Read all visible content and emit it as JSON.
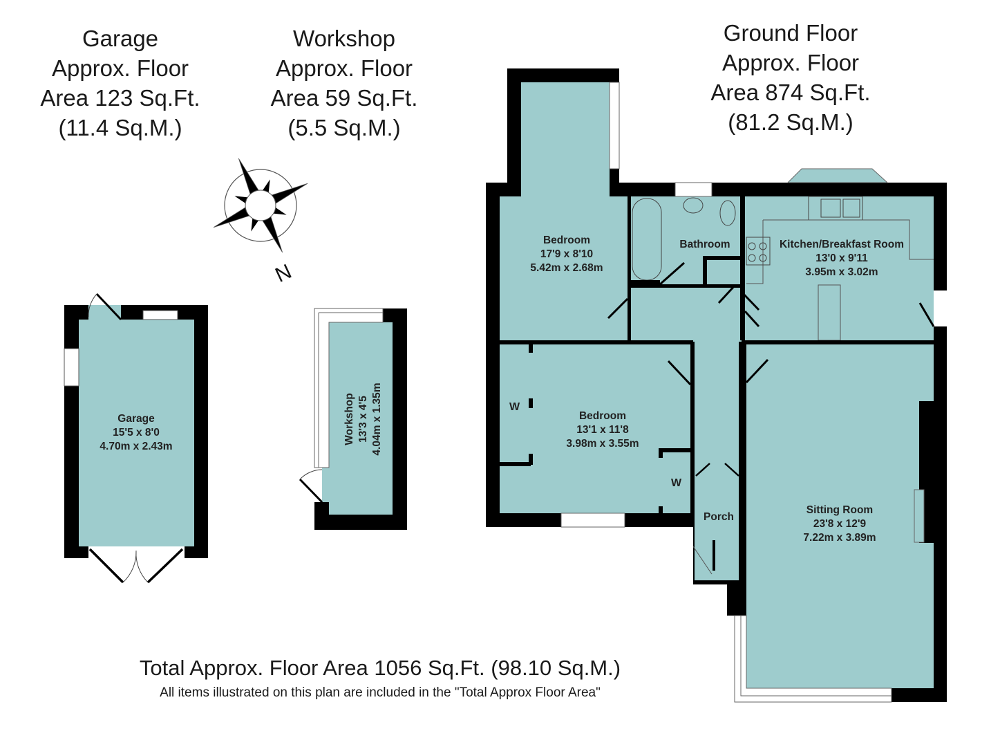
{
  "headings": {
    "garage": {
      "lines": [
        "Garage",
        "Approx. Floor",
        "Area 123 Sq.Ft.",
        "(11.4 Sq.M.)"
      ]
    },
    "workshop": {
      "lines": [
        "Workshop",
        "Approx. Floor",
        "Area 59 Sq.Ft.",
        "(5.5 Sq.M.)"
      ]
    },
    "ground_floor": {
      "lines": [
        "Ground Floor",
        "Approx. Floor",
        "Area 874 Sq.Ft.",
        "(81.2 Sq.M.)"
      ]
    }
  },
  "compass": {
    "icon": "compass-rose-icon",
    "north_label": "N"
  },
  "rooms": [
    {
      "id": "garage",
      "name": "Garage",
      "imperial": "15'5 x 8'0",
      "metric": "4.70m x 2.43m"
    },
    {
      "id": "workshop",
      "name": "Workshop",
      "imperial": "13'3 x 4'5",
      "metric": "4.04m x 1.35m"
    },
    {
      "id": "bedroom1",
      "name": "Bedroom",
      "imperial": "17'9 x 8'10",
      "metric": "5.42m x 2.68m"
    },
    {
      "id": "bathroom",
      "name": "Bathroom",
      "imperial": "",
      "metric": ""
    },
    {
      "id": "kitchen",
      "name": "Kitchen/Breakfast Room",
      "imperial": "13'0 x 9'11",
      "metric": "3.95m x 3.02m"
    },
    {
      "id": "bedroom2",
      "name": "Bedroom",
      "imperial": "13'1 x 11'8",
      "metric": "3.98m x 3.55m"
    },
    {
      "id": "porch",
      "name": "Porch",
      "imperial": "",
      "metric": ""
    },
    {
      "id": "sitting",
      "name": "Sitting Room",
      "imperial": "23'8 x 12'9",
      "metric": "7.22m x 3.89m"
    }
  ],
  "wardrobe_label": "W",
  "footer": {
    "total": "Total Approx. Floor Area 1056 Sq.Ft. (98.10 Sq.M.)",
    "note": "All items illustrated on this plan are included in the \"Total Approx Floor Area\""
  },
  "colors": {
    "floor": "#9ecccd",
    "wall": "#000000",
    "background": "#ffffff"
  }
}
